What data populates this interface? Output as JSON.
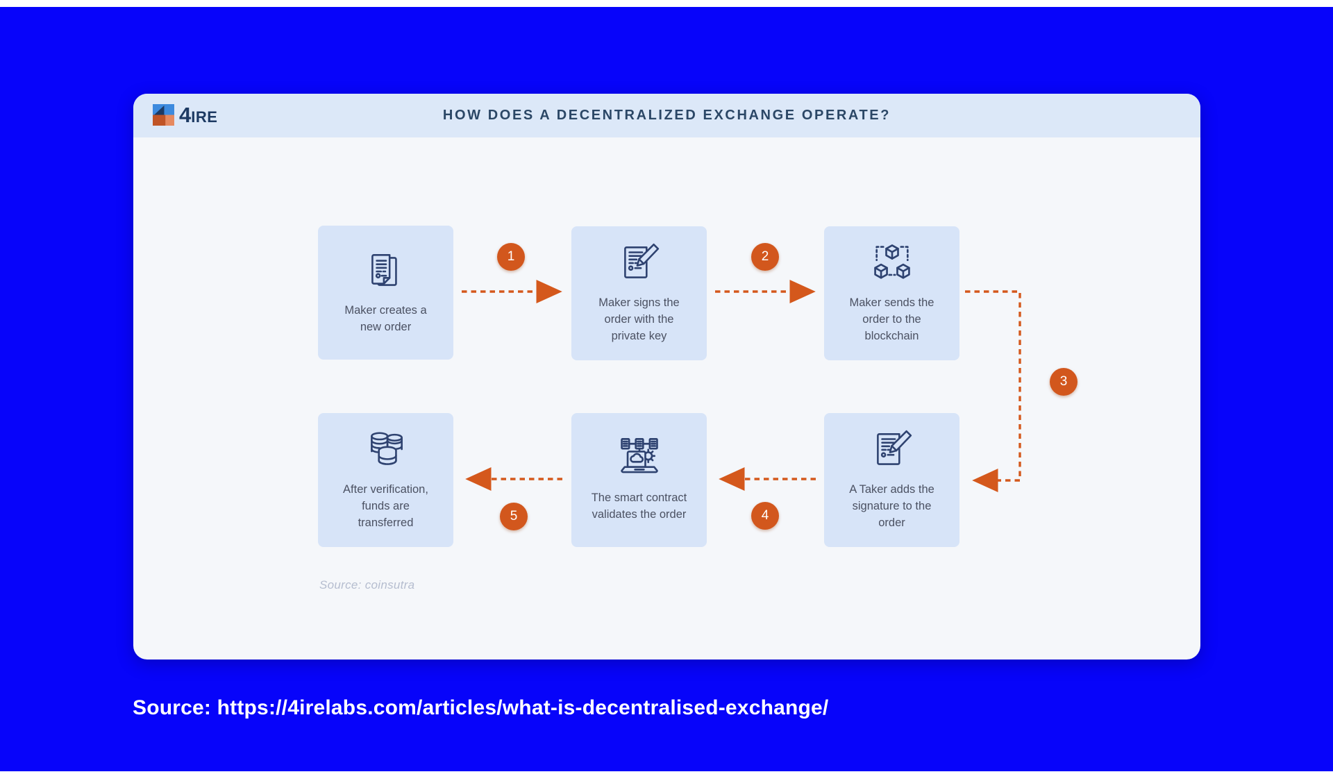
{
  "page": {
    "background_color": "#0704fa",
    "source_line": "Source: https://4irelabs.com/articles/what-is-decentralised-exchange/"
  },
  "header": {
    "logo_text_4": "4",
    "logo_text_rest": "IRE",
    "title": "HOW DOES A DECENTRALIZED EXCHANGE OPERATE?"
  },
  "colors": {
    "accent_orange": "#d2571d",
    "box_blue": "#d7e4f8",
    "band_blue": "#dce8f8",
    "card_bg": "#f5f7fa",
    "navy": "#2e4270",
    "title_navy": "#2b4766"
  },
  "flow": {
    "boxes": [
      {
        "label": "Maker creates a new order",
        "icon": "order-document-icon"
      },
      {
        "label": "Maker signs the order with the private key",
        "icon": "sign-document-icon"
      },
      {
        "label": "Maker sends the order to the blockchain",
        "icon": "blockchain-cubes-icon"
      },
      {
        "label": "A Taker adds the signature to the order",
        "icon": "sign-document-icon"
      },
      {
        "label": "The smart contract validates the order",
        "icon": "smart-contract-laptop-icon"
      },
      {
        "label": "After verification, funds are transferred",
        "icon": "coin-stacks-icon"
      }
    ],
    "step_numbers": [
      "1",
      "2",
      "3",
      "4",
      "5"
    ]
  },
  "footer": {
    "source_note": "Source: coinsutra"
  }
}
